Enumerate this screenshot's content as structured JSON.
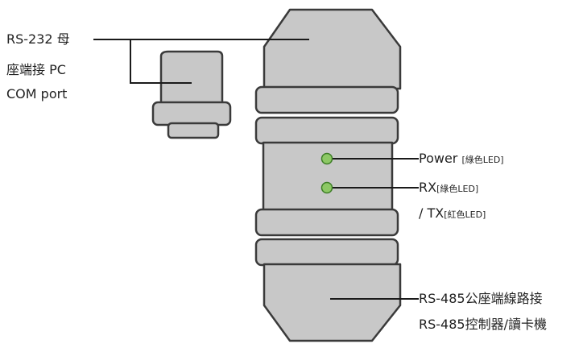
{
  "labels": {
    "rs232_line1": "RS-232 母",
    "rs232_line2": "座端接 PC",
    "rs232_line3": "COM port",
    "power_main": "Power",
    "power_note": "[綠色LED]",
    "rx_main": "RX",
    "rx_note": "[綠色LED]",
    "tx_main": "/ TX",
    "tx_note": "[紅色LED]",
    "rs485_line1": "RS-485公座端線路接",
    "rs485_line2": "RS-485控制器/讀卡機"
  },
  "colors": {
    "body_fill": "#c8c8c8",
    "outline": "#3a3a3a",
    "led_green": "#8dc865",
    "led_rim": "#3d7d26"
  },
  "icons": [
    "led-power-icon",
    "led-rxtx-icon"
  ]
}
